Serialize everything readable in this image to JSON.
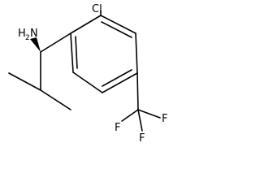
{
  "molecule": {
    "atom_labels": {
      "chlorine": "Cl",
      "amine_main": "H",
      "amine_sub": "2",
      "amine_n": "N",
      "fluorine_top": "F",
      "fluorine_right": "F",
      "fluorine_bottom": "F"
    },
    "stereo_center": "wedge-bond"
  }
}
